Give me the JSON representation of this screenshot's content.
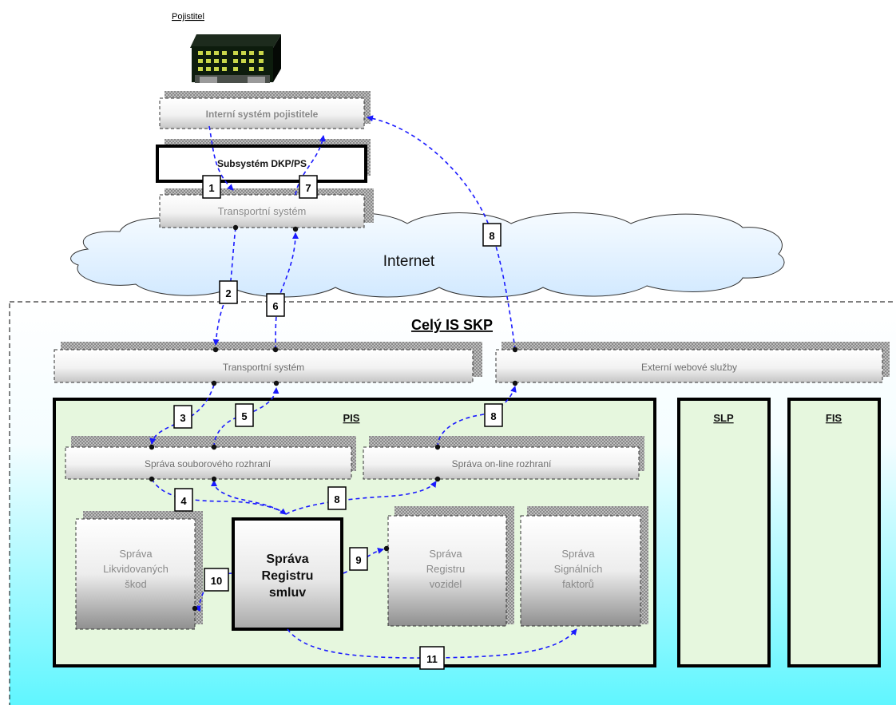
{
  "insurer": {
    "label": "Pojistitel"
  },
  "insurer_stack": {
    "internal_system": "Interní systém pojistitele",
    "subsystem": "Subsystém DKP/PS",
    "transport": "Transportní systém"
  },
  "internet": {
    "label": "Internet"
  },
  "is_skp": {
    "title": "Celý IS SKP",
    "transport": "Transportní systém",
    "external_web": "Externí webové služby"
  },
  "pis": {
    "title": "PIS",
    "file_interface": "Správa souborového rozhraní",
    "online_interface": "Správa on-line rozhraní",
    "claims": [
      "Správa",
      "Likvidovaných",
      "škod"
    ],
    "contracts": [
      "Správa",
      "Registru",
      "smluv"
    ],
    "vehicles": [
      "Správa",
      "Registru",
      "vozidel"
    ],
    "signal": [
      "Správa",
      "Signálních",
      "faktorů"
    ]
  },
  "slp": {
    "title": "SLP"
  },
  "fis": {
    "title": "FIS"
  },
  "flows": {
    "f1": "1",
    "f2": "2",
    "f3": "3",
    "f4": "4",
    "f5": "5",
    "f6": "6",
    "f7": "7",
    "f8": "8",
    "f9": "9",
    "f10": "10",
    "f11": "11"
  },
  "colors": {
    "arrow": "#1a1aff",
    "pis_fill": "#e6f7de",
    "sky_top": "#ffffff",
    "sky_bottom": "#5ff6ff",
    "cloud": "#dcefff"
  }
}
